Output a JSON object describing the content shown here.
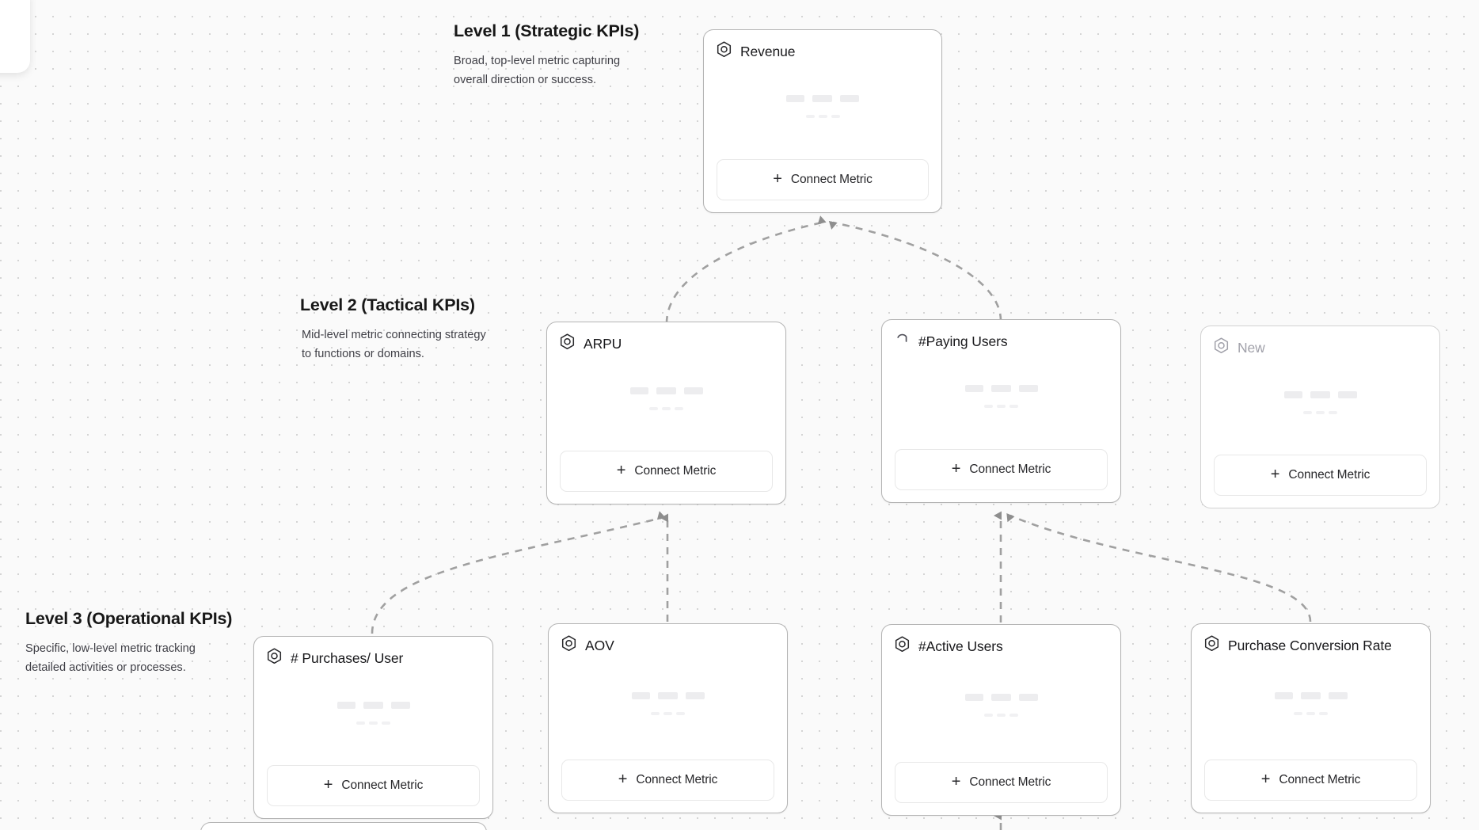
{
  "canvas": {
    "background_color": "#fafafa",
    "dot_color": "#d4d4d4",
    "edge_color": "#9a9a9a"
  },
  "levels": [
    {
      "id": "level-1",
      "title": "Level 1 (Strategic KPIs)",
      "description": "Broad, top-level metric capturing overall direction or success."
    },
    {
      "id": "level-2",
      "title": "Level 2 (Tactical KPIs)",
      "description": "Mid-level metric connecting strategy to functions or domains."
    },
    {
      "id": "level-3",
      "title": "Level 3 (Operational KPIs)",
      "description": "Specific, low-level metric tracking detailed activities or processes."
    }
  ],
  "connect_button": {
    "label": "Connect Metric",
    "plus_glyph": "+"
  },
  "cards": [
    {
      "id": "revenue",
      "title": "Revenue",
      "icon": "hexagon-target-icon",
      "state": "normal"
    },
    {
      "id": "arpu",
      "title": "ARPU",
      "icon": "hexagon-target-icon",
      "state": "normal"
    },
    {
      "id": "paying",
      "title": "#Paying Users",
      "icon": "spinner-icon",
      "state": "loading"
    },
    {
      "id": "new",
      "title": "New",
      "icon": "hexagon-target-icon",
      "state": "ghost"
    },
    {
      "id": "purchases",
      "title": "# Purchases/ User",
      "icon": "hexagon-target-icon",
      "state": "normal"
    },
    {
      "id": "aov",
      "title": "AOV",
      "icon": "hexagon-target-icon",
      "state": "normal"
    },
    {
      "id": "active",
      "title": "#Active Users",
      "icon": "hexagon-target-icon",
      "state": "normal"
    },
    {
      "id": "pcr",
      "title": "Purchase Conversion Rate",
      "icon": "hexagon-target-icon",
      "state": "normal"
    }
  ],
  "edges": [
    {
      "from": "arpu",
      "to": "revenue"
    },
    {
      "from": "paying",
      "to": "revenue"
    },
    {
      "from": "purchases",
      "to": "arpu"
    },
    {
      "from": "aov",
      "to": "arpu"
    },
    {
      "from": "active",
      "to": "paying"
    },
    {
      "from": "pcr",
      "to": "paying"
    }
  ]
}
